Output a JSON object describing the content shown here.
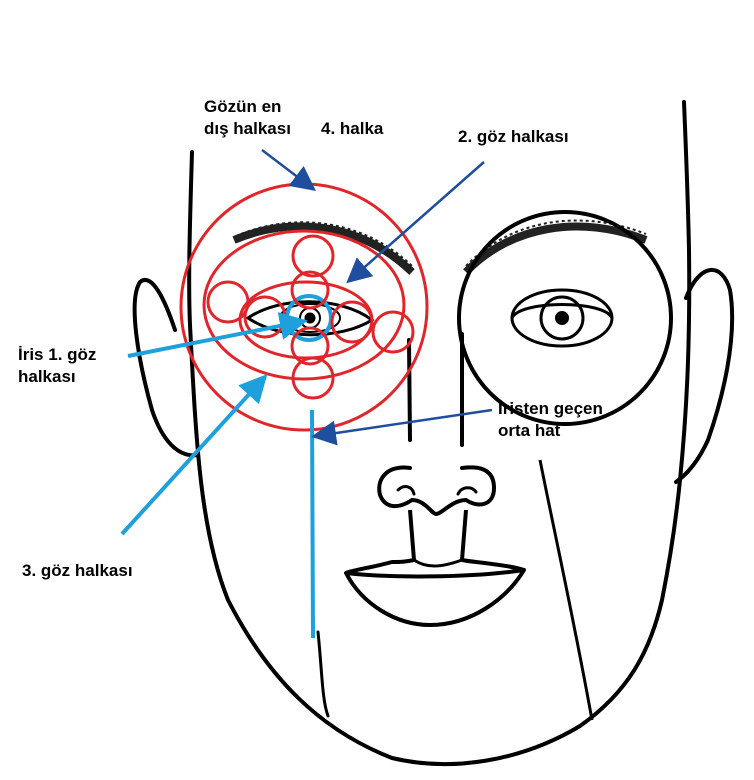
{
  "labels": {
    "outer_ring": {
      "line1": "Gözün en",
      "line2": "dış halkası"
    },
    "ring4": "4. halka",
    "ring2": "2. göz halkası",
    "iris": {
      "line1": "İris 1. göz",
      "line2": "halkası"
    },
    "midline": {
      "line1": "İristen geçen",
      "line2": "orta hat"
    },
    "ring3": "3. göz halkası"
  },
  "colors": {
    "rings": "#e0262b",
    "dark_arrow": "#1f4e9e",
    "light_arrow": "#1ea0dc",
    "outline": "#000000"
  }
}
